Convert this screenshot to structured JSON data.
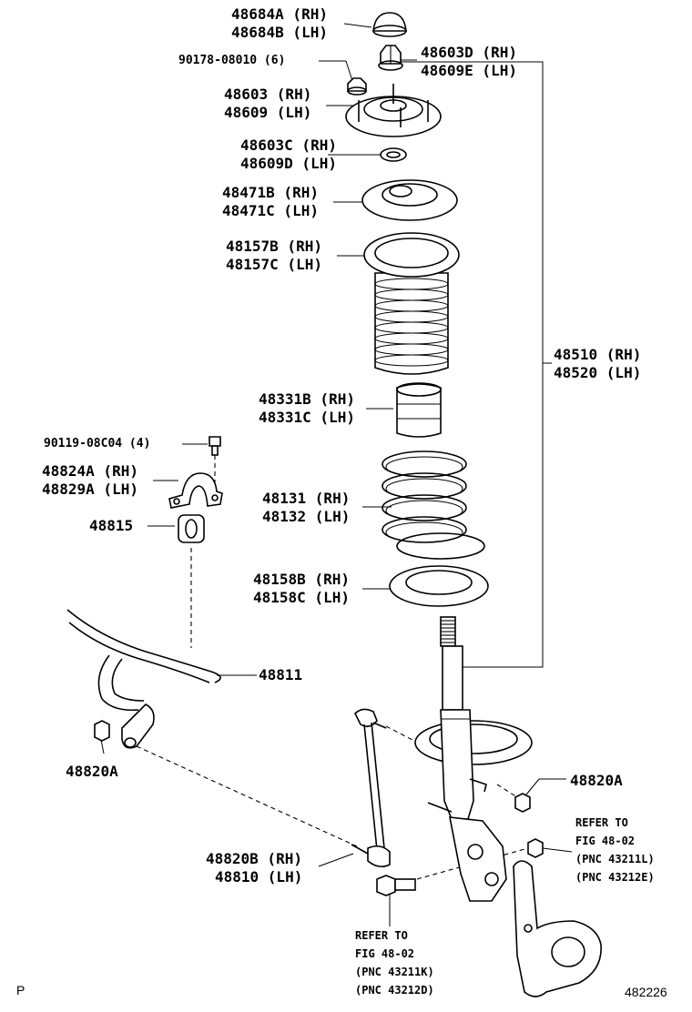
{
  "labels": {
    "p48684": [
      "48684A (RH)",
      "48684B (LH)"
    ],
    "p90178": "90178-08010 (6)",
    "p48603d": [
      "48603D (RH)",
      "48609E (LH)"
    ],
    "p48603": [
      "48603 (RH)",
      "48609 (LH)"
    ],
    "p48603c": [
      "48603C (RH)",
      "48609D (LH)"
    ],
    "p48471": [
      "48471B (RH)",
      "48471C (LH)"
    ],
    "p48157": [
      "48157B (RH)",
      "48157C (LH)"
    ],
    "p48510": [
      "48510 (RH)",
      "48520 (LH)"
    ],
    "p48331": [
      "48331B (RH)",
      "48331C (LH)"
    ],
    "p90119": "90119-08C04 (4)",
    "p48824": [
      "48824A (RH)",
      "48829A (LH)"
    ],
    "p48131": [
      "48131 (RH)",
      "48132 (LH)"
    ],
    "p48815": "48815",
    "p48158": [
      "48158B (RH)",
      "48158C (LH)"
    ],
    "p48811": "48811",
    "p48820a_left": "48820A",
    "p48820a_right": "48820A",
    "p48820b": [
      "48820B (RH)",
      "48810 (LH)"
    ],
    "ref_right": [
      "REFER TO",
      "FIG 48-02",
      "(PNC 43211L)",
      "(PNC 43212E)"
    ],
    "ref_bottom": [
      "REFER TO",
      "FIG 48-02",
      "(PNC 43211K)",
      "(PNC 43212D)"
    ]
  },
  "footer": {
    "page_mark": "P",
    "figure_id": "482226"
  }
}
